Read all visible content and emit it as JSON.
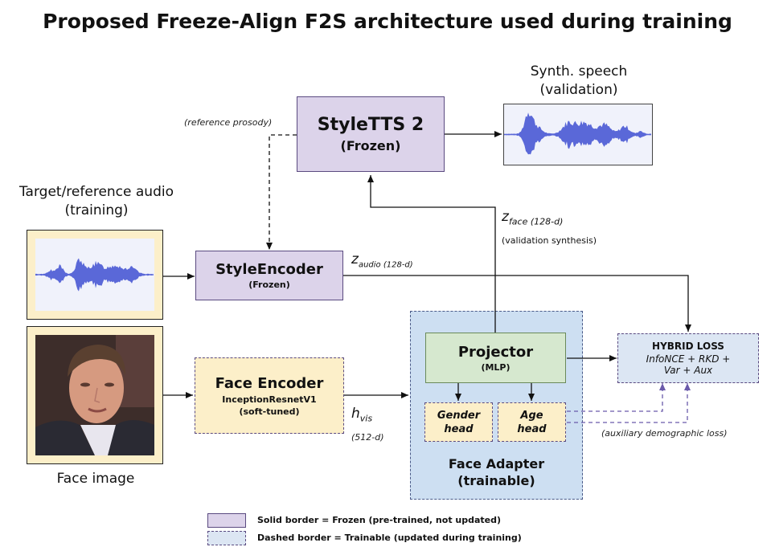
{
  "title": "Proposed Freeze-Align F2S architecture used during training",
  "synth": {
    "line1": "Synth. speech",
    "line2": "(validation)"
  },
  "target": {
    "line1": "Target/reference audio",
    "line2": "(training)"
  },
  "face_caption": "Face image",
  "styletts": {
    "name": "StyleTTS 2",
    "sub": "(Frozen)"
  },
  "styleencoder": {
    "name": "StyleEncoder",
    "sub": "(Frozen)"
  },
  "faceencoder": {
    "name": "Face Encoder",
    "model": "InceptionResnetV1",
    "sub": "(soft-tuned)"
  },
  "projector": {
    "name": "Projector",
    "sub": "(MLP)"
  },
  "gender_head": {
    "line1": "Gender",
    "line2": "head"
  },
  "age_head": {
    "line1": "Age",
    "line2": "head"
  },
  "adapter": {
    "line1": "Face Adapter",
    "line2": "(trainable)"
  },
  "loss": {
    "title": "HYBRID LOSS",
    "line1": "InfoNCE + RKD +",
    "line2": "Var + Aux"
  },
  "labels": {
    "ref_prosody": "(reference prosody)",
    "z_face": "z",
    "z_face_sub": "face (128-d)",
    "validation_synthesis": "(validation synthesis)",
    "z_audio": "z",
    "z_audio_sub": "audio (128-d)",
    "h_vis": "h",
    "h_vis_sub": "vis",
    "h_dim": "(512-d)",
    "aux_loss": "(auxiliary demographic loss)"
  },
  "legend": {
    "frozen": "Solid border = Frozen (pre-trained, not updated)",
    "trainable": "Dashed border = Trainable (updated during training)"
  },
  "colors": {
    "frozen": "#dcd3ea",
    "trainable": "#fcefc9",
    "projector": "#d6e8cf",
    "adapter": "#cddff2",
    "loss": "#dce6f3",
    "waveform": "#5a68d8"
  }
}
